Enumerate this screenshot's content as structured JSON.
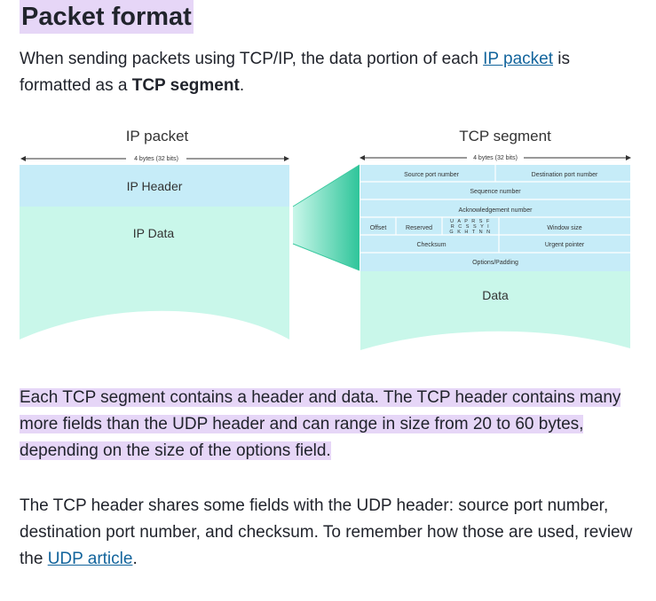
{
  "page": {
    "title": "Packet format"
  },
  "intro": {
    "text_before": "When sending packets using TCP/IP, the data portion of each ",
    "link_text": "IP packet",
    "text_middle": " is formatted as a ",
    "bold_text": "TCP segment",
    "text_after": "."
  },
  "diagram": {
    "ip_title": "IP packet",
    "ip_width_label": "4 bytes (32 bits)",
    "ip_header": "IP Header",
    "ip_data": "IP Data",
    "tcp_title": "TCP segment",
    "tcp_width_label": "4 bytes (32 bits)",
    "source_port": "Source port number",
    "dest_port": "Destination port number",
    "sequence": "Sequence number",
    "ack": "Acknowledgement number",
    "offset": "Offset",
    "reserved": "Reserved",
    "flags_row1": "U A P R S F",
    "flags_row2": "R C S S Y I",
    "flags_row3": "G K H T N N",
    "window": "Window size",
    "checksum": "Checksum",
    "urgent": "Urgent pointer",
    "options": "Options/Padding",
    "data": "Data",
    "colors": {
      "header": "#c6ecf8",
      "data": "#c9f7ea",
      "connector": "#3cc9a0"
    }
  },
  "summary": {
    "text": "Each TCP segment contains a header and data. The TCP header contains many more fields than the UDP header and can range in size from 20 to 60 bytes, depending on the size of the options field."
  },
  "shared": {
    "text_before": "The TCP header shares some fields with the UDP header: source port number, destination port number, and checksum. To remember how those are used, review the ",
    "link_text": "UDP article",
    "text_after": "."
  }
}
